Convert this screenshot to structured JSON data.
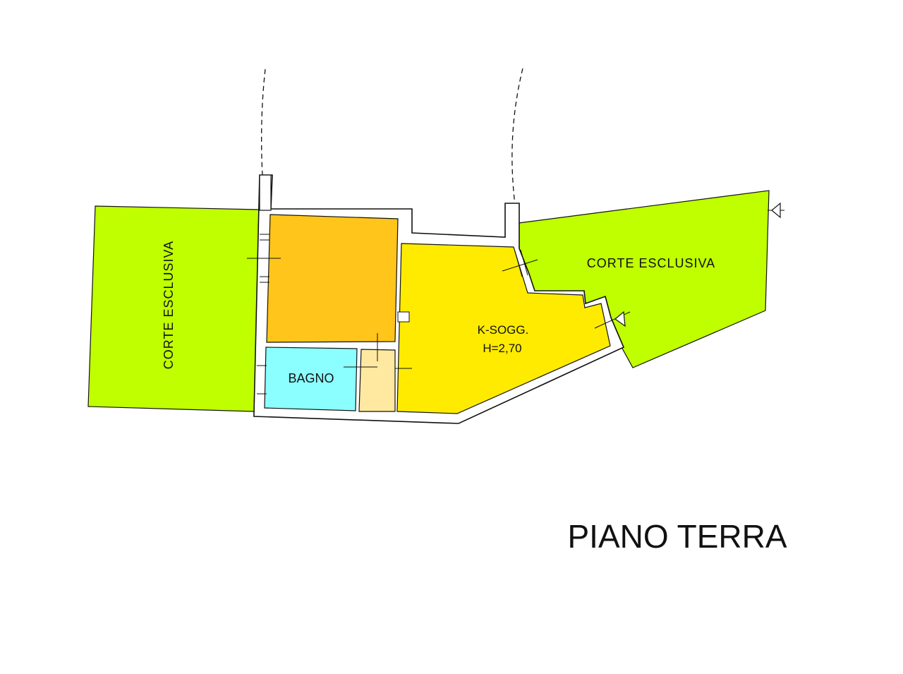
{
  "plan": {
    "title": "PIANO TERRA",
    "rooms": [
      {
        "id": "corte-left",
        "label": "CORTE ESCLUSIVA"
      },
      {
        "id": "corte-right",
        "label": "CORTE ESCLUSIVA"
      },
      {
        "id": "kitchen-living",
        "label": "K-SOGG.",
        "sublabel": "H=2,70"
      },
      {
        "id": "bathroom",
        "label": "BAGNO"
      }
    ]
  },
  "colors": {
    "courtyard": "#bfff00",
    "room_orange": "#ffc51a",
    "kitchen_yellow": "#ffeb00",
    "bathroom_cyan": "#8bffff",
    "hall_beige": "#ffe9a0",
    "lines": "#111111"
  }
}
